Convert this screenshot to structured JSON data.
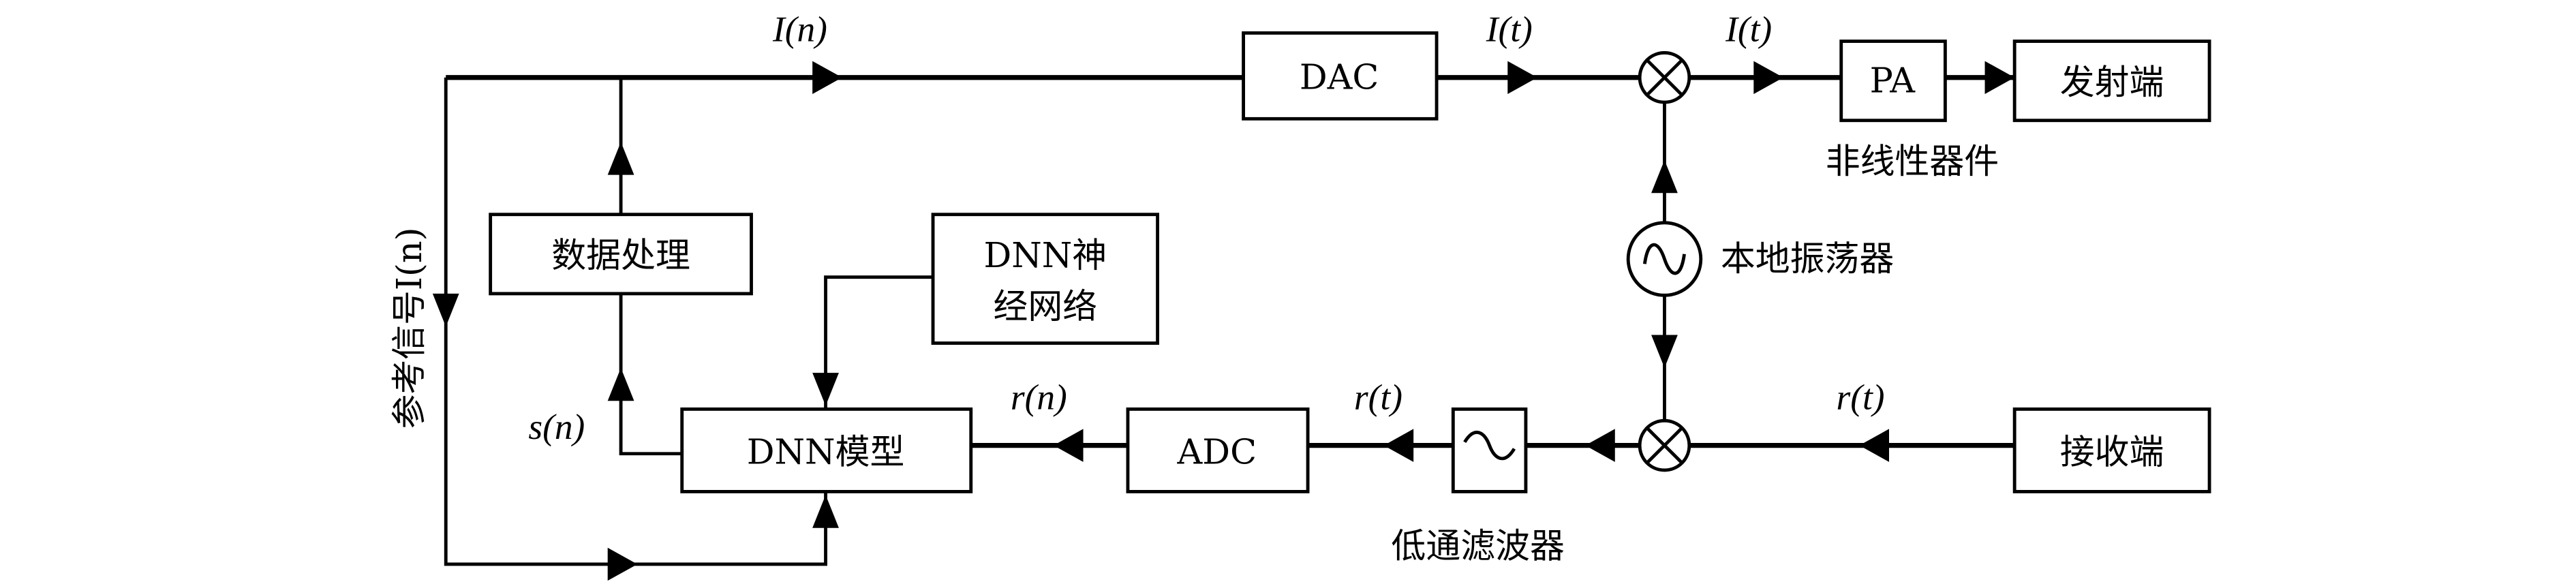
{
  "diagram": {
    "type": "block-diagram",
    "blocks": {
      "dac": "DAC",
      "pa": "PA",
      "transmitter": "发射端",
      "data_processing": "数据处理",
      "dnn_network_line1": "DNN神",
      "dnn_network_line2": "经网络",
      "dnn_model": "DNN模型",
      "adc": "ADC",
      "receiver": "接收端"
    },
    "annotations": {
      "nonlinear_device": "非线性器件",
      "local_oscillator": "本地振荡器",
      "lowpass_filter": "低通滤波器",
      "reference_signal": "参考信号I(n)"
    },
    "signals": {
      "top_in": "I(n)",
      "dac_out": "I(t)",
      "mixer_out": "I(t)",
      "rx_in": "r(t)",
      "filter_in": "r(t)",
      "adc_out": "r(n)",
      "dnn_out": "s(n)"
    },
    "edges": [
      {
        "from": "I(n)",
        "to": "DAC"
      },
      {
        "from": "DAC",
        "to": "mixer-tx"
      },
      {
        "from": "local-oscillator",
        "to": "mixer-tx"
      },
      {
        "from": "mixer-tx",
        "to": "PA"
      },
      {
        "from": "PA",
        "to": "发射端"
      },
      {
        "from": "接收端",
        "to": "mixer-rx"
      },
      {
        "from": "local-oscillator",
        "to": "mixer-rx"
      },
      {
        "from": "mixer-rx",
        "to": "低通滤波器"
      },
      {
        "from": "低通滤波器",
        "to": "ADC"
      },
      {
        "from": "ADC",
        "to": "DNN模型"
      },
      {
        "from": "DNN神经网络",
        "to": "DNN模型"
      },
      {
        "from": "参考信号I(n)",
        "to": "DNN模型"
      },
      {
        "from": "DNN模型",
        "to": "数据处理"
      },
      {
        "from": "数据处理",
        "to": "I(n)"
      }
    ]
  }
}
